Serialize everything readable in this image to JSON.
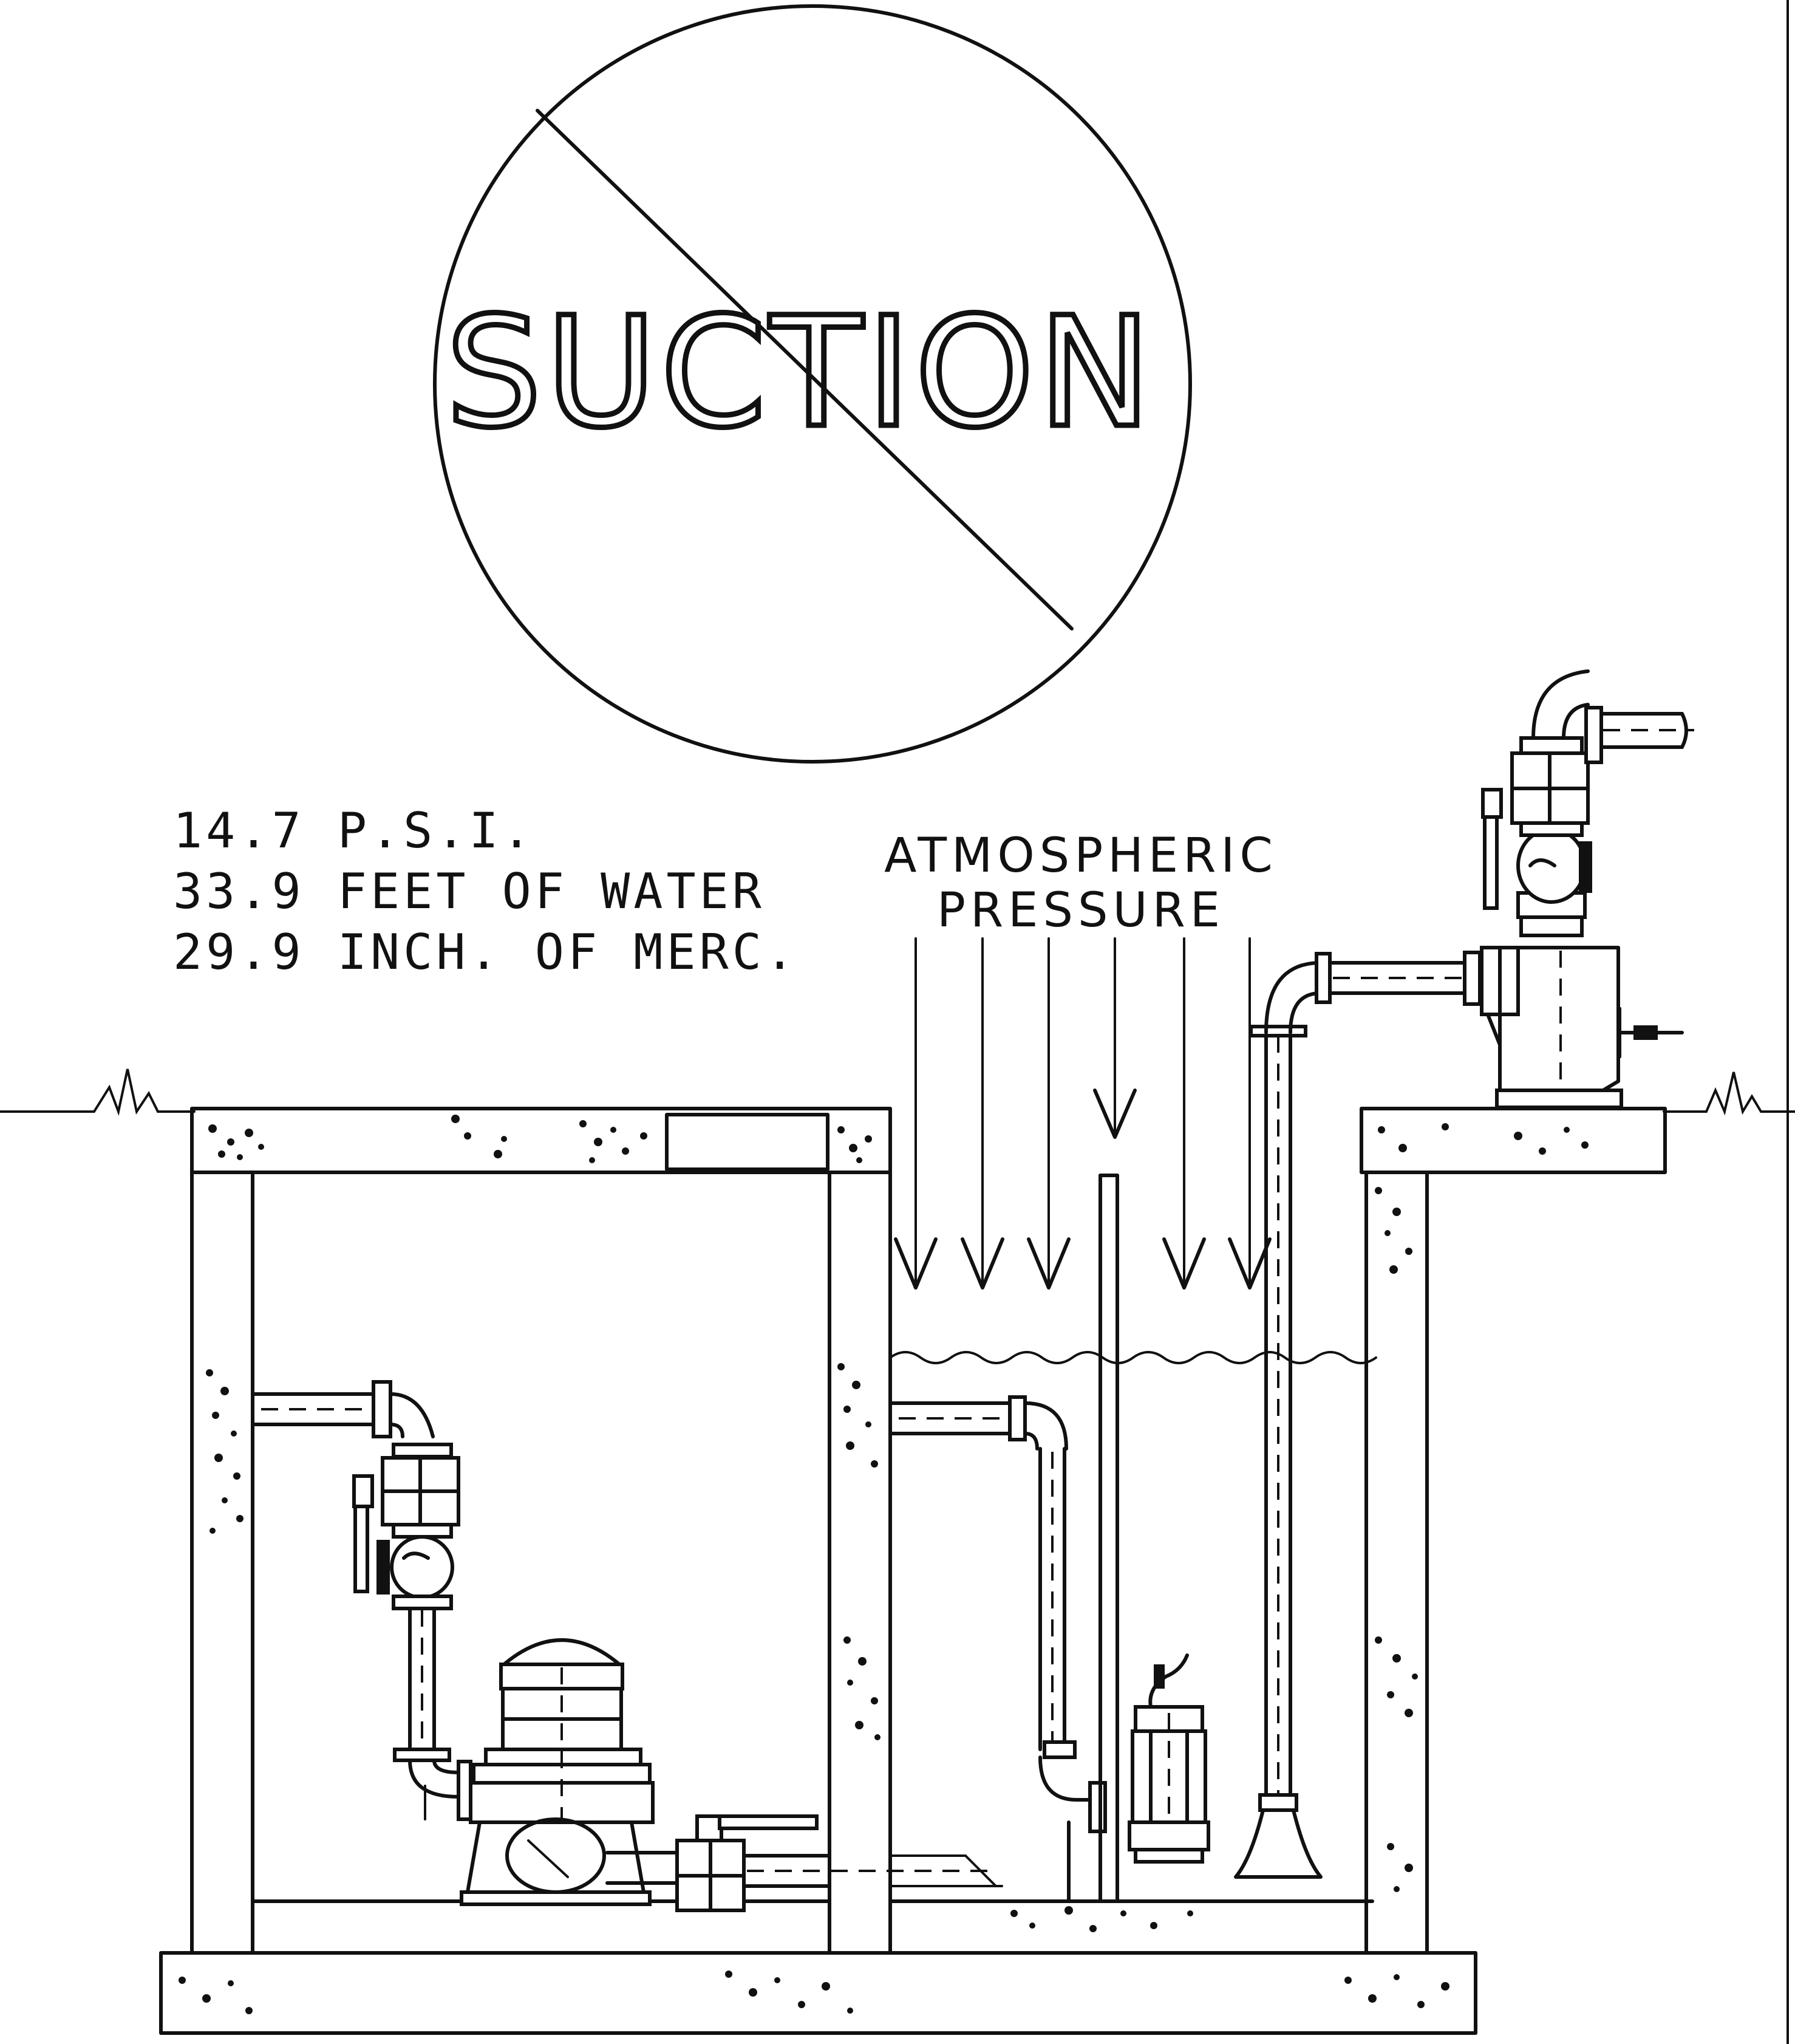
{
  "sign": {
    "word": "SUCTION"
  },
  "pressure_info": {
    "lines": [
      "14.7 P.S.I.",
      "33.9 FEET OF WATER",
      "29.9 INCH. OF MERC."
    ]
  },
  "atmospheric_label": {
    "line1": "ATMOSPHERIC",
    "line2": "PRESSURE"
  }
}
